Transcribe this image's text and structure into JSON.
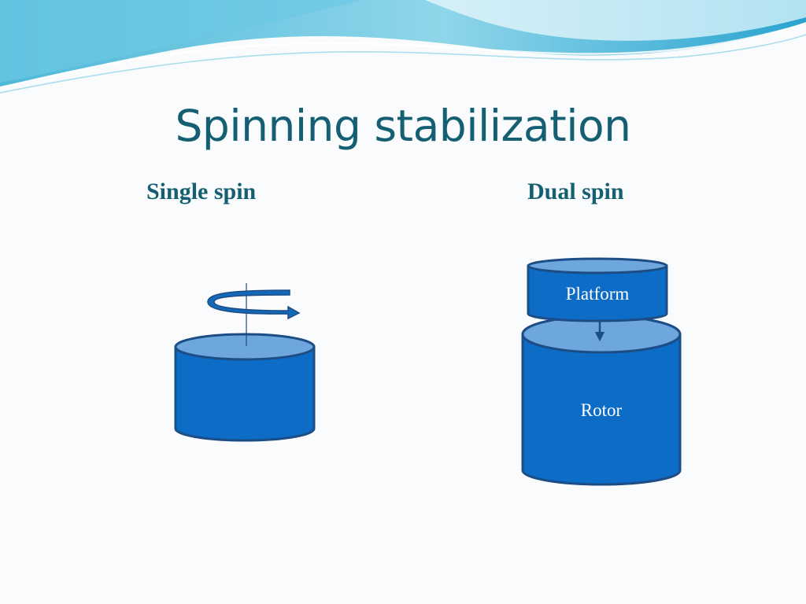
{
  "slide": {
    "title": "Spinning stabilization",
    "left_label": "Single spin",
    "right_label": "Dual spin"
  },
  "diagram": {
    "platform_label": "Platform",
    "rotor_label": "Rotor"
  },
  "colors": {
    "title": "#155f73",
    "cylinder_body": "#0d6cc6",
    "cylinder_top": "#6ea7dd",
    "outline": "#1c4d86",
    "arrow": "#1468b8"
  }
}
